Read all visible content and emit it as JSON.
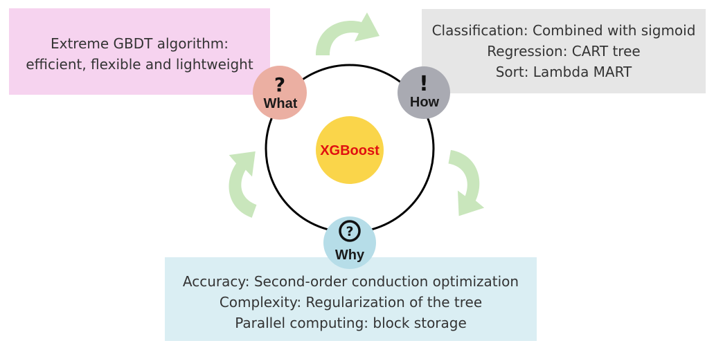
{
  "colors": {
    "what_box": "#f6d3ef",
    "how_box": "#e6e6e6",
    "why_box": "#daeef3",
    "what_node": "#ebafa2",
    "how_node": "#a9aab2",
    "why_node": "#b6dde8",
    "center": "#fad54a",
    "center_text": "#e01010",
    "arrow": "#c9e6bc",
    "ring": "#000000"
  },
  "center": {
    "label": "XGBoost"
  },
  "nodes": {
    "what": {
      "label": "What",
      "icon": "question-mark-icon"
    },
    "how": {
      "label": "How",
      "icon": "exclamation-mark-icon"
    },
    "why": {
      "label": "Why",
      "icon": "circled-question-icon"
    }
  },
  "boxes": {
    "what": {
      "lines": [
        "Extreme GBDT algorithm:",
        "efficient, flexible and lightweight"
      ]
    },
    "how": {
      "lines": [
        "Classification: Combined with sigmoid",
        "Regression: CART tree",
        "Sort: Lambda MART"
      ]
    },
    "why": {
      "lines": [
        "Accuracy: Second-order conduction optimization",
        "Complexity: Regularization of the tree",
        "Parallel computing: block storage"
      ]
    }
  }
}
